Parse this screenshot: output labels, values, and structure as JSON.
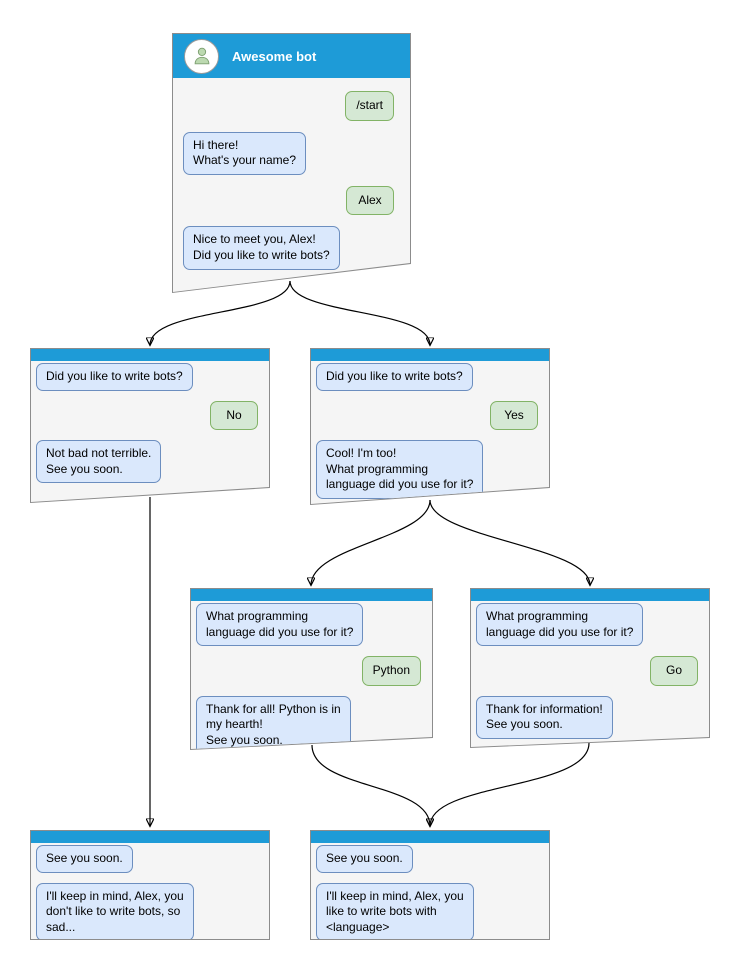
{
  "windows": [
    {
      "name": "main",
      "title": "Awesome bot",
      "avatar_icon": "person-icon",
      "messages": [
        {
          "side": "user",
          "text": "/start"
        },
        {
          "side": "bot",
          "text": "Hi there!\nWhat's your name?"
        },
        {
          "side": "user",
          "text": "Alex"
        },
        {
          "side": "bot",
          "text": "Nice to meet you, Alex!\nDid you like to write bots?"
        }
      ]
    },
    {
      "name": "branch-no",
      "messages": [
        {
          "side": "bot",
          "text": "Did you like to write bots?"
        },
        {
          "side": "user",
          "text": "No"
        },
        {
          "side": "bot",
          "text": "Not bad not terrible.\nSee you soon."
        }
      ]
    },
    {
      "name": "branch-yes",
      "messages": [
        {
          "side": "bot",
          "text": "Did you like to write bots?"
        },
        {
          "side": "user",
          "text": "Yes"
        },
        {
          "side": "bot",
          "text": "Cool! I'm too!\nWhat programming\nlanguage did you use for it?"
        }
      ]
    },
    {
      "name": "branch-python",
      "messages": [
        {
          "side": "bot",
          "text": "What programming\nlanguage did you use for it?"
        },
        {
          "side": "user",
          "text": "Python"
        },
        {
          "side": "bot",
          "text": "Thank for all! Python is in\nmy hearth!\nSee you soon."
        }
      ]
    },
    {
      "name": "branch-go",
      "messages": [
        {
          "side": "bot",
          "text": "What programming\nlanguage did you use for it?"
        },
        {
          "side": "user",
          "text": "Go"
        },
        {
          "side": "bot",
          "text": "Thank for information!\nSee you soon."
        }
      ]
    },
    {
      "name": "end-no",
      "messages": [
        {
          "side": "bot",
          "text": "See you soon."
        },
        {
          "side": "bot",
          "text": "I'll keep in mind, Alex, you\ndon't like to write bots, so\nsad..."
        }
      ]
    },
    {
      "name": "end-yes",
      "messages": [
        {
          "side": "bot",
          "text": "See you soon."
        },
        {
          "side": "bot",
          "text": "I'll keep in mind, Alex, you\nlike to write bots with\n<language>"
        }
      ]
    }
  ],
  "colors": {
    "header_blue": "#1e9bd7",
    "window_bg": "#f5f5f5",
    "window_border": "#8c8c8c",
    "bot_bubble_fill": "#dae8fc",
    "bot_bubble_border": "#6c8ebf",
    "user_bubble_fill": "#d5e8d4",
    "user_bubble_border": "#82b366"
  }
}
